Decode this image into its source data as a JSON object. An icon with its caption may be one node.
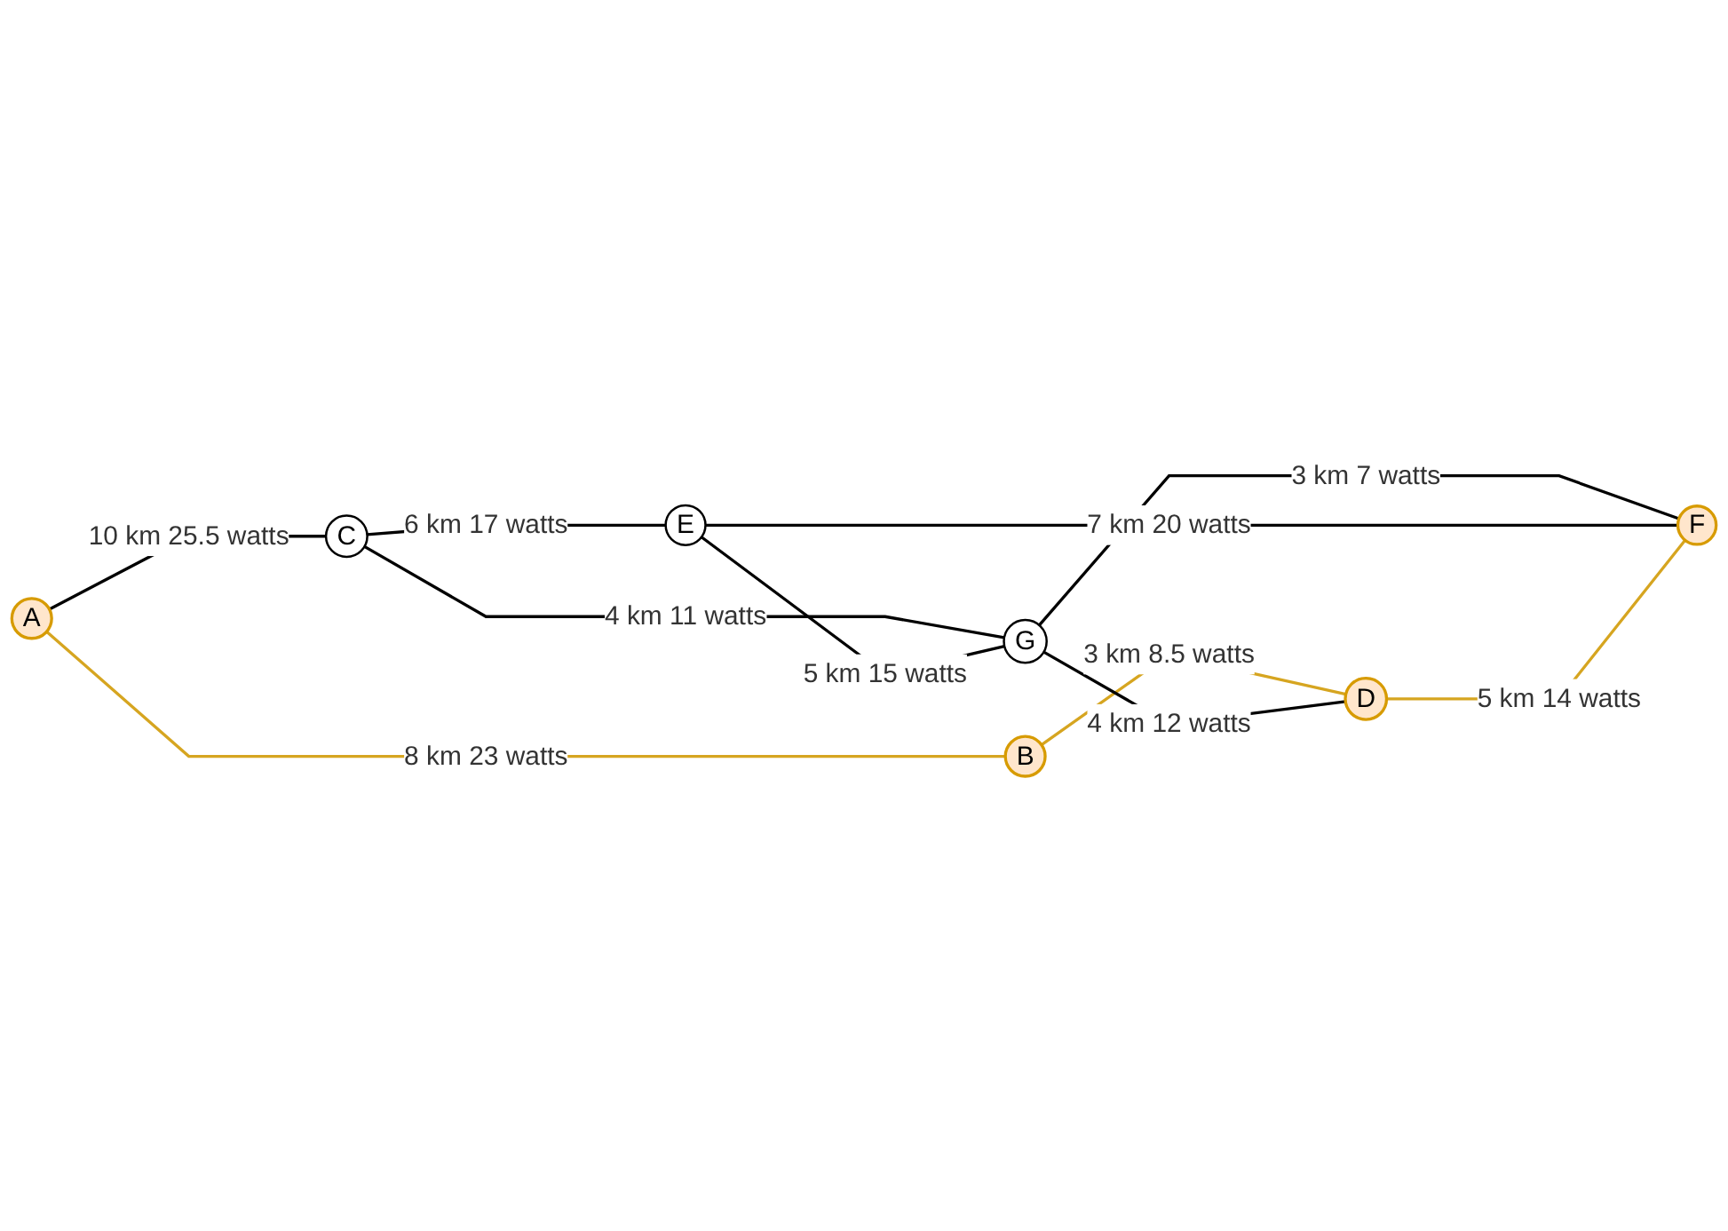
{
  "diagram": {
    "nodes": [
      {
        "text": [
          "A"
        ]
      },
      {
        "text": [
          "B"
        ]
      },
      {
        "text": [
          "C"
        ]
      },
      {
        "text": [
          "D"
        ]
      },
      {
        "text": [
          "E"
        ]
      },
      {
        "text": [
          "F"
        ]
      },
      {
        "text": [
          "G"
        ]
      }
    ],
    "edges": [
      {
        "from": 0,
        "to": 2,
        "arrow": "none",
        "label": "10 km 25.5 watts"
      },
      {
        "from": 0,
        "to": 1,
        "arrow": "none",
        "label": "8 km 23 watts",
        "color": "#d6a520"
      },
      {
        "from": 2,
        "to": 4,
        "arrow": "none",
        "label": "6 km 17 watts"
      },
      {
        "from": 2,
        "to": 6,
        "arrow": "none",
        "label": "4 km 11 watts"
      },
      {
        "from": 4,
        "to": 6,
        "arrow": "none",
        "label": "5 km 15 watts"
      },
      {
        "from": 1,
        "to": 3,
        "arrow": "none",
        "label": "3 km 8.5 watts",
        "color": "#d6a520"
      },
      {
        "from": 6,
        "to": 3,
        "arrow": "none",
        "label": "4 km 12 watts"
      },
      {
        "from": 6,
        "to": 5,
        "arrow": "none",
        "label": "3 km 7 watts"
      },
      {
        "from": 4,
        "to": 5,
        "arrow": "none",
        "label": "7 km 20 watts"
      },
      {
        "from": 3,
        "to": 5,
        "arrow": "none",
        "label": "5 km 14 watts",
        "color": "#d6a520"
      }
    ]
  }
}
